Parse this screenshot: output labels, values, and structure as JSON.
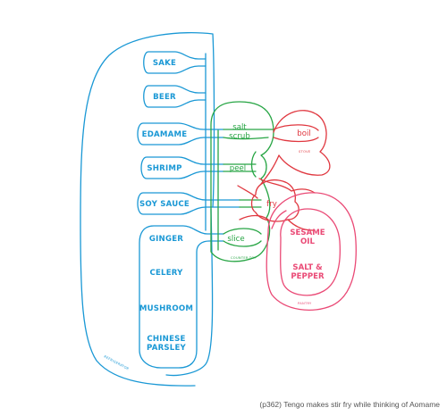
{
  "ingredients": {
    "sake": "SAKE",
    "beer": "BEER",
    "edamame": "EDAMAME",
    "shrimp": "SHRIMP",
    "soy_sauce": "SOY SAUCE",
    "ginger": "GINGER",
    "celery": "CELERY",
    "mushroom": "MUSHROOM",
    "chinese_parsley_line1": "CHINESE",
    "chinese_parsley_line2": "PARSLEY"
  },
  "actions": {
    "salt_scrub_line1": "salt",
    "salt_scrub_line2": "scrub",
    "peel": "peel",
    "slice": "slice",
    "boil": "boil",
    "fry": "fry"
  },
  "seasonings": {
    "sesame_line1": "SESAME",
    "sesame_line2": "OIL",
    "salt_line1": "SALT &",
    "salt_line2": "PEPPER"
  },
  "tiny_labels": {
    "refrigerator": "REFRIGERATOR",
    "counter_top": "COUNTER-TOP",
    "stove": "STOVE",
    "pantry": "PANTRY"
  },
  "caption": "(p362) Tengo makes stir fry while thinking of Aomame",
  "colors": {
    "blue": "#1a98d5",
    "green": "#27a544",
    "red": "#e0373f",
    "pink": "#ea4a76"
  }
}
